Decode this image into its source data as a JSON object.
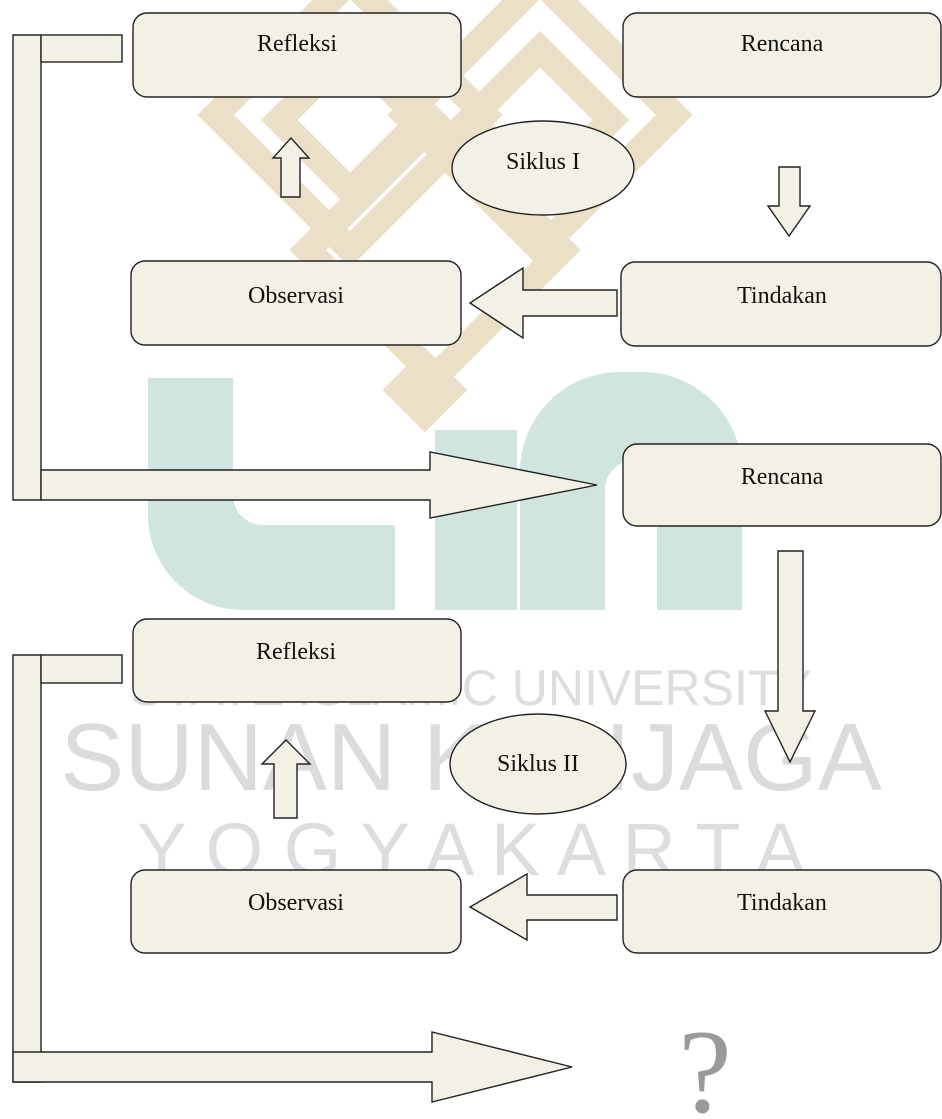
{
  "watermark": {
    "line1": "STATE ISLAMIC UNIVERSITY",
    "line2": "SUNAN KALIJAGA",
    "line3": "Y O G Y A K A R T A",
    "logo_teal": "#5fa996",
    "logo_gold": "#b89a58",
    "text_gray": "#9a9a9a"
  },
  "colors": {
    "box_fill": "#f3f0e6",
    "stroke": "#222222"
  },
  "cycle1": {
    "label": "Siklus I",
    "refleksi": "Refleksi",
    "rencana": "Rencana",
    "tindakan": "Tindakan",
    "observasi": "Observasi"
  },
  "cycle2": {
    "label": "Siklus II",
    "rencana": "Rencana",
    "refleksi": "Refleksi",
    "tindakan": "Tindakan",
    "observasi": "Observasi"
  },
  "end_symbol": "?"
}
